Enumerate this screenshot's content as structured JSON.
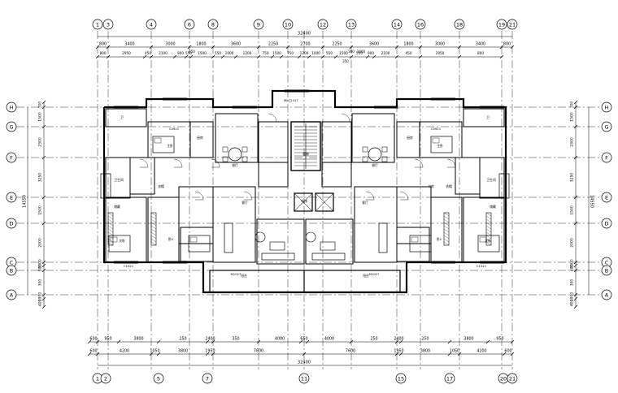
{
  "grid_top": [
    "1",
    "3",
    "4",
    "6",
    "8",
    "9",
    "10",
    "12",
    "13",
    "14",
    "16",
    "18",
    "19",
    "21"
  ],
  "grid_bottom": [
    "1",
    "2",
    "5",
    "7",
    "11",
    "15",
    "17",
    "20",
    "21"
  ],
  "grid_rows": [
    "H",
    "G",
    "F",
    "E",
    "D",
    "C",
    "B",
    "A"
  ],
  "dim_top_total": "32400",
  "dim_top_row1": [
    "800",
    "3400",
    "3000",
    "1800",
    "3600",
    "2250",
    "2700",
    "2250",
    "3600",
    "1800",
    "3000",
    "3400",
    "800"
  ],
  "dim_top_row2": [
    "800",
    "2950",
    "450",
    "2100",
    "900",
    "550",
    "1500",
    "550",
    "1000",
    "1200",
    "750",
    "1500",
    "750",
    "1200",
    "1000",
    "550",
    "1500",
    "550",
    "900",
    "2100",
    "450",
    "2950",
    "800"
  ],
  "dim_top_extra": [
    "350",
    "300",
    "1000",
    "350"
  ],
  "dim_bottom_row1": [
    "600",
    "950",
    "3800",
    "250",
    "2400",
    "350",
    "4000",
    "650",
    "4000",
    "250",
    "2400",
    "250",
    "3800",
    "950"
  ],
  "dim_bottom_row2": [
    "600",
    "4200",
    "1050",
    "3800",
    "1950",
    "7600",
    "7600",
    "1950",
    "3800",
    "1050",
    "4200",
    "600"
  ],
  "dim_bottom_total": "32400",
  "dim_side_left": [
    "700",
    "1500",
    "2300",
    "3250",
    "1500",
    "2000",
    "3300",
    "900",
    "300",
    "1900",
    "400"
  ],
  "dim_side_total": "14550",
  "dim_side_right": [
    "700",
    "1500",
    "2300",
    "3250",
    "1500",
    "2000",
    "3300",
    "400",
    "300",
    "1900",
    "400"
  ],
  "room_labels": [
    "卫",
    "主卧",
    "卧2",
    "厨房",
    "餐厅",
    "客厅",
    "阳台",
    "卫生间",
    "储藏",
    "电梯",
    "楼梯",
    "次卧",
    "衣帽",
    "书房",
    "C0921",
    "C1521",
    "M1027",
    "MLC2417"
  ]
}
